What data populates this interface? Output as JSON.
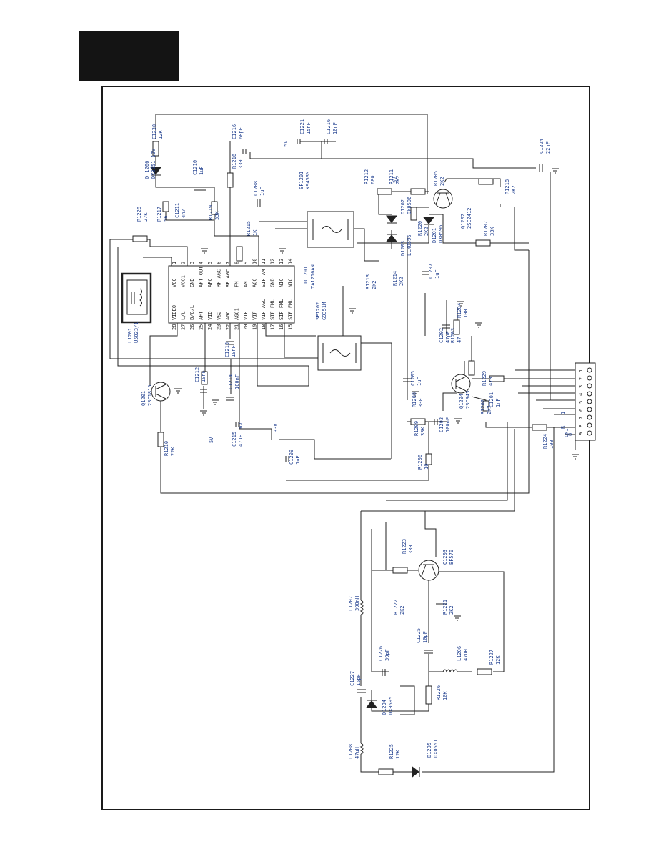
{
  "ic": {
    "ref": "IC1201",
    "part": "TA1216AN",
    "left_pins": [
      {
        "no": "1",
        "name": "VCC"
      },
      {
        "no": "2",
        "name": "VCO1"
      },
      {
        "no": "3",
        "name": "GND"
      },
      {
        "no": "4",
        "name": "AFT OUT"
      },
      {
        "no": "5",
        "name": "AFC"
      },
      {
        "no": "6",
        "name": "RF AGC"
      },
      {
        "no": "7",
        "name": "RF AGC"
      },
      {
        "no": "8",
        "name": "FM"
      },
      {
        "no": "9",
        "name": "AM"
      },
      {
        "no": "10",
        "name": "AGC"
      },
      {
        "no": "11",
        "name": "SIF AM"
      },
      {
        "no": "12",
        "name": "GND"
      },
      {
        "no": "13",
        "name": "NIC"
      },
      {
        "no": "14",
        "name": "NIC"
      }
    ],
    "right_pins": [
      {
        "no": "28",
        "name": "VIDEO"
      },
      {
        "no": "27",
        "name": "L/L"
      },
      {
        "no": "26",
        "name": "B/G/L"
      },
      {
        "no": "25",
        "name": "AFT"
      },
      {
        "no": "24",
        "name": "VID"
      },
      {
        "no": "23",
        "name": "VS2"
      },
      {
        "no": "22",
        "name": "AGC"
      },
      {
        "no": "21",
        "name": "AGC1"
      },
      {
        "no": "20",
        "name": "VIF"
      },
      {
        "no": "19",
        "name": "VIF"
      },
      {
        "no": "18",
        "name": "VIF AGC"
      },
      {
        "no": "17",
        "name": "SIF FML"
      },
      {
        "no": "16",
        "name": "SIF FML"
      },
      {
        "no": "15",
        "name": "SIF FML"
      }
    ]
  },
  "connector": {
    "ref": "CN1",
    "pins": [
      "1",
      "2",
      "3",
      "4",
      "5",
      "6",
      "7",
      "8",
      "9"
    ],
    "side_labels": [
      "1",
      "R",
      "8"
    ]
  },
  "components": [
    {
      "id": "sf1201",
      "ref": "SF1201",
      "value": "K9453M"
    },
    {
      "id": "sf1202",
      "ref": "SF1202",
      "value": "G9351M"
    },
    {
      "id": "l1201",
      "ref": "L1201",
      "value": "U5023/1"
    },
    {
      "id": "q1201",
      "ref": "Q1201",
      "value": "2SC1815"
    },
    {
      "id": "q1202",
      "ref": "Q1202",
      "value": "2SC2412"
    },
    {
      "id": "q1203",
      "ref": "Q1203",
      "value": "BF570"
    },
    {
      "id": "q1204",
      "ref": "Q1204",
      "value": "2SC945"
    },
    {
      "id": "d1201",
      "ref": "D1201",
      "value": "DX0596"
    },
    {
      "id": "d1202",
      "ref": "D1202",
      "value": "DX0596"
    },
    {
      "id": "d1203",
      "ref": "D1203",
      "value": "LLX0596"
    },
    {
      "id": "d1204",
      "ref": "D1204",
      "value": "DX0595"
    },
    {
      "id": "d1205",
      "ref": "D1205",
      "value": "DX0551"
    },
    {
      "id": "d1206",
      "ref": "D 1206",
      "value": "DX0551 12V"
    },
    {
      "id": "l1206",
      "ref": "L1206",
      "value": "47uH"
    },
    {
      "id": "l1207",
      "ref": "L1207",
      "value": "390nH"
    },
    {
      "id": "l1208",
      "ref": "L1208",
      "value": "47uH"
    },
    {
      "id": "r1202",
      "ref": "R1202",
      "value": "2K7"
    },
    {
      "id": "r1203",
      "ref": "R1203",
      "value": "47"
    },
    {
      "id": "r1204",
      "ref": "R1204",
      "value": "100"
    },
    {
      "id": "r1205",
      "ref": "R1205",
      "value": "2K2"
    },
    {
      "id": "r1206",
      "ref": "R1206",
      "value": "10"
    },
    {
      "id": "r1207",
      "ref": "R1207",
      "value": "33K"
    },
    {
      "id": "r1208",
      "ref": "R1208",
      "value": "330"
    },
    {
      "id": "r1209",
      "ref": "R1209",
      "value": "33K"
    },
    {
      "id": "r1210",
      "ref": "R1210",
      "value": "22K"
    },
    {
      "id": "r1211",
      "ref": "R1211",
      "value": "2K2"
    },
    {
      "id": "r1212",
      "ref": "R1212",
      "value": "680"
    },
    {
      "id": "r1213",
      "ref": "R1213",
      "value": "2K2"
    },
    {
      "id": "r1214",
      "ref": "R1214",
      "value": "2K2"
    },
    {
      "id": "r1215",
      "ref": "R1215",
      "value": "1K"
    },
    {
      "id": "r1216",
      "ref": "R1216",
      "value": "330"
    },
    {
      "id": "r1217",
      "ref": "R1217",
      "value": "56"
    },
    {
      "id": "r1218",
      "ref": "R1218",
      "value": "2K2"
    },
    {
      "id": "r1219",
      "ref": "R1219",
      "value": "33K"
    },
    {
      "id": "r1220",
      "ref": "R1220",
      "value": "2K2"
    },
    {
      "id": "r1221",
      "ref": "R1221",
      "value": "2K2"
    },
    {
      "id": "r1222",
      "ref": "R1222",
      "value": "2K2"
    },
    {
      "id": "r1223",
      "ref": "R1223",
      "value": "330"
    },
    {
      "id": "r1224",
      "ref": "R1224",
      "value": "100"
    },
    {
      "id": "r1225",
      "ref": "R1225",
      "value": "12K"
    },
    {
      "id": "r1226",
      "ref": "R1226",
      "value": "10K"
    },
    {
      "id": "r1227",
      "ref": "R1227",
      "value": "12K"
    },
    {
      "id": "r1228",
      "ref": "R1228",
      "value": "27K"
    },
    {
      "id": "r1229",
      "ref": "R1229",
      "value": "470"
    },
    {
      "id": "c1201",
      "ref": "C1201",
      "value": "1nF"
    },
    {
      "id": "c1202",
      "ref": "C1202",
      "value": "47pF"
    },
    {
      "id": "c1203",
      "ref": "C1203",
      "value": "100nF"
    },
    {
      "id": "c1205",
      "ref": "C1205",
      "value": "1uF"
    },
    {
      "id": "c1207",
      "ref": "C1207",
      "value": "1uF"
    },
    {
      "id": "c1208",
      "ref": "C1208",
      "value": "1uF"
    },
    {
      "id": "c1209",
      "ref": "C1209",
      "value": "1uF"
    },
    {
      "id": "c1210",
      "ref": "C1210",
      "value": "1uF"
    },
    {
      "id": "c1211",
      "ref": "C1211",
      "value": "4n7"
    },
    {
      "id": "c1212",
      "ref": "C1212",
      "value": "10nF"
    },
    {
      "id": "c1213",
      "ref": "C1213",
      "value": "10nF"
    },
    {
      "id": "c1214",
      "ref": "C1214",
      "value": "100nF"
    },
    {
      "id": "c1215",
      "ref": "C1215",
      "value": "47uF 16V"
    },
    {
      "id": "c1216",
      "ref": "C1216",
      "value": "10nF"
    },
    {
      "id": "c1221",
      "ref": "C1221",
      "value": "15nF"
    },
    {
      "id": "c1224",
      "ref": "C1224",
      "value": "22nF"
    },
    {
      "id": "c1225",
      "ref": "C1225",
      "value": "10pF"
    },
    {
      "id": "c1226",
      "ref": "C1226",
      "value": "39pF"
    },
    {
      "id": "c1227",
      "ref": "C1227",
      "value": "15pF"
    },
    {
      "id": "c1230",
      "ref": "C1230",
      "value": "12K"
    },
    {
      "id": "c1216b",
      "ref": "C1216",
      "value": "68pF"
    }
  ],
  "supply_labels": [
    "5V",
    "5V",
    "33V",
    "5V"
  ]
}
